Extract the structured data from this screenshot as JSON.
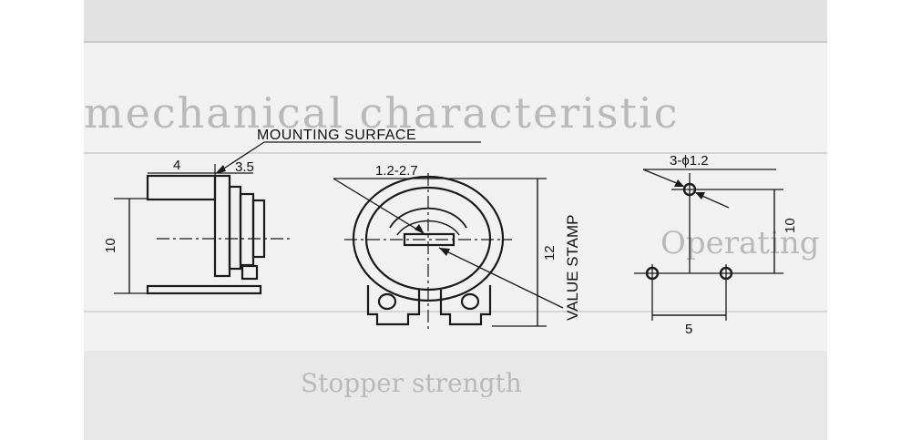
{
  "background_heading": "mechanical characteristic",
  "background_faint_row": "Operating",
  "background_faint_bottom": "Stopper strength",
  "labels": {
    "mounting_surface": "MOUNTING SURFACE",
    "dim_4": "4",
    "dim_3_5": "3.5",
    "dim_10_left": "10",
    "dim_1_2_2_7": "1.2-2.7",
    "dim_12": "12",
    "value_stamp": "VALUE STAMP",
    "dim_hole": "3-ϕ1.2",
    "dim_10_right": "10",
    "dim_5": "5"
  },
  "colors": {
    "paper": "#ffffff",
    "scan_gray": "#e9e9e9",
    "ink": "#1a1a1a"
  }
}
